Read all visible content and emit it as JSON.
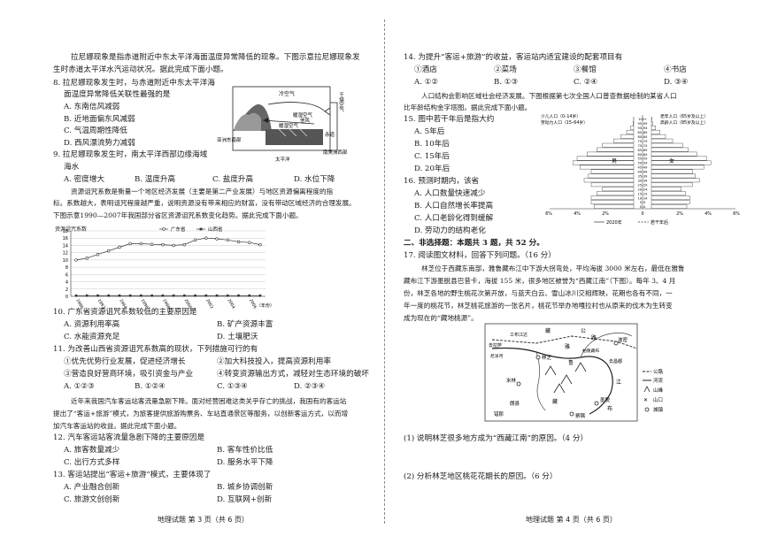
{
  "left": {
    "intro1": [
      "拉尼娜现象是指赤道附近中东太平洋海面温度异常降低的现象。下图示意拉尼娜现象发",
      "生时赤道太平洋水汽运动状况。据此完成下面小题。"
    ],
    "q8": {
      "stem": [
        "8. 拉尼娜现象发生时，与赤道附近中东太平洋海",
        "面温度异常降低关联性最强的是"
      ],
      "options": [
        "A. 东南信风减弱",
        "B. 近地面偏东风减弱",
        "C. 气温周期性降低",
        "D. 西风漂流势力减弱"
      ]
    },
    "q9": {
      "stem": [
        "9. 拉尼娜现象发生时，南太平洋西部边缘海域",
        "海水"
      ],
      "options": [
        "A. 密度增大",
        "B. 温度升高",
        "C. 盐度升高",
        "D. 水位下降"
      ]
    },
    "diagram1": {
      "labels": [
        "冷空气",
        "干燥空气",
        "暖湿空气",
        "信风",
        "暖湿空气",
        "亚洲东南部",
        "南美洲西部",
        "赤道",
        "太平洋"
      ]
    },
    "intro2": [
      "资源诅咒系数是衡量一个地区经济发展（主要是第二产业发展）与地区资源偏离程度的指",
      "标。系数越大，表明诅咒程度越严重，说明资源没有带来相应的财富，没有带动区域经济的合理发展。",
      "下图示意1990—2007年我国部分省区资源诅咒系数变化趋势。据此完成下面小题。"
    ],
    "chart": {
      "ylabel": "资源诅咒系数",
      "legend": [
        "广东省",
        "山西省"
      ],
      "yticks": [
        "0",
        "2",
        "4",
        "6",
        "8",
        "10",
        "12",
        "14",
        "16",
        "18"
      ],
      "xlabel": "（年份）"
    },
    "q10": {
      "stem": "10. 广东省资源诅咒系数较低的主要原因是",
      "options": [
        "A. 资源利用率高",
        "B. 矿产资源丰富",
        "C. 水能资源充足",
        "D. 土壤肥沃"
      ]
    },
    "q11": {
      "stem": "11. 为改善山西省资源诅咒系数高的现状，下列措施可行的有",
      "items": [
        "①优先优势行业发展，促进经济增长",
        "②加大科技投入，提高资源利用率",
        "③营造良好营商环境，吸引资金与产业",
        "④转变资源输出方式，减轻对生态环境的破坏"
      ],
      "options": [
        "A. ①②③",
        "B. ①②④",
        "C. ①③④",
        "D. ②③④"
      ]
    },
    "intro3": [
      "近年来我国汽车客运站客流量急剧下降。面对经营困难这类关乎存亡的挑战，我国有的客运站",
      "提出了“客运+旅游”模式，为旅客提供旅游购票务、车站直通景区等服务，以创新客运方式，以而增",
      "加汽车客运站的收益。据此完成下面小题。"
    ],
    "q12": {
      "stem": "12. 汽车客运站客流量急剧下降的主要原因是",
      "options": [
        "A. 旅客数量减少",
        "B. 客车性价比低",
        "C. 出行方式多样",
        "D. 服务水平下降"
      ]
    },
    "q13": {
      "stem": "13. 客运站提出“客运+旅游”模式，主要体现了",
      "options": [
        "A. 产业融合创新",
        "B. 城乡协调创新",
        "C. 旅游文创创新",
        "D. 互联网+创新"
      ]
    },
    "footer": "地理试题   第 3 页（共 6 页）"
  },
  "right": {
    "q14": {
      "stem": "14. 为提升“客运+旅游”的收益，客运站内适宜建设的配套项目有",
      "items": [
        "①酒店",
        "②菜场",
        "③餐馆",
        "④书店"
      ],
      "options": [
        "A. ①②",
        "B. ①③",
        "C. ②④",
        "D. ③④"
      ]
    },
    "intro4": [
      "人口结构会影响区域社会经济发展。下图根据第七次全国人口普查数据绘制的某省人口",
      "比年龄结构金字塔图。据此完成下面小题。"
    ],
    "q15": {
      "stem": "15. 图中若干年后是指大约",
      "options": [
        "A. 5年后",
        "B. 10年后",
        "C. 15年后",
        "D. 20年后"
      ]
    },
    "q16": {
      "stem": "16. 预测时期内，该省",
      "options": [
        "A. 人口数量快速减少",
        "B. 人口自然增长率提高",
        "C. 人口老龄化得到缓解",
        "D. 劳动力的结构老化"
      ]
    },
    "pyramid": {
      "legend_left": [
        "少儿人口（0–14岁）",
        "劳动力人口（15–64岁）"
      ],
      "legend_right": [
        "老年人口（65岁及以上）",
        "高龄人口（85岁及以上）"
      ],
      "male": "男",
      "female": "女",
      "xticks": [
        "6%",
        "4%",
        "2%",
        "0",
        "2%",
        "4%",
        "6%"
      ],
      "series": [
        "2020年",
        "若干年后"
      ],
      "ages": [
        "100+",
        "95–99",
        "90–94",
        "85–89",
        "80–84",
        "75–79",
        "70–74",
        "65–69",
        "60–64",
        "55–59",
        "50–54",
        "45–49",
        "40–44",
        "35–39",
        "30–34",
        "25–29",
        "20–24",
        "15–19",
        "10–14",
        "5–9",
        "0–4"
      ]
    },
    "section2": "二、非选择题：本题共 3 题，共 52 分。",
    "q17": {
      "stem": "17. 阅读图文材料，回答下列问题。（16 分）",
      "passage": [
        "林芝位于西藏东南部，雅鲁藏布江中下游大拐弯处，平均海拔 3000 米左右，最低在雅鲁",
        "藏布江下游墨脱县巴昔卡，海拔 155 米，很多地区被誉为“西藏江南”（下图）。每年 3、4 月",
        "份，林芝各地的野生桃花次第开放，与蓝天白云、雪山冰川交相辉映，花期也各有不同，一",
        "年一度的桃花节，林芝桃花旅游的一张名片，桃花节举办地嘎拉村也从原来的伐木为生转变",
        "成为现在的“藏地桃源”。"
      ],
      "q1": "(1) 说明林芝很多地方成为“西藏江南”的原因。（4 分）",
      "q2": "(2) 分析林芝地区桃花花期长的原因。（6 分）"
    },
    "map": {
      "labels": [
        "藏",
        "公",
        "路",
        "雅",
        "鲁",
        "藏",
        "布",
        "江",
        "林芝",
        "米林",
        "朗县",
        "错那",
        "墨脱",
        "察隅",
        "波密",
        "工布江达",
        "去拉萨",
        "去昌都",
        "尼洋河",
        "帕隆藏布"
      ],
      "legend": [
        "公路",
        "河流",
        "山峰",
        "山口",
        "城镇"
      ]
    },
    "footer": "地理试题   第 4 页（共 6 页）"
  }
}
